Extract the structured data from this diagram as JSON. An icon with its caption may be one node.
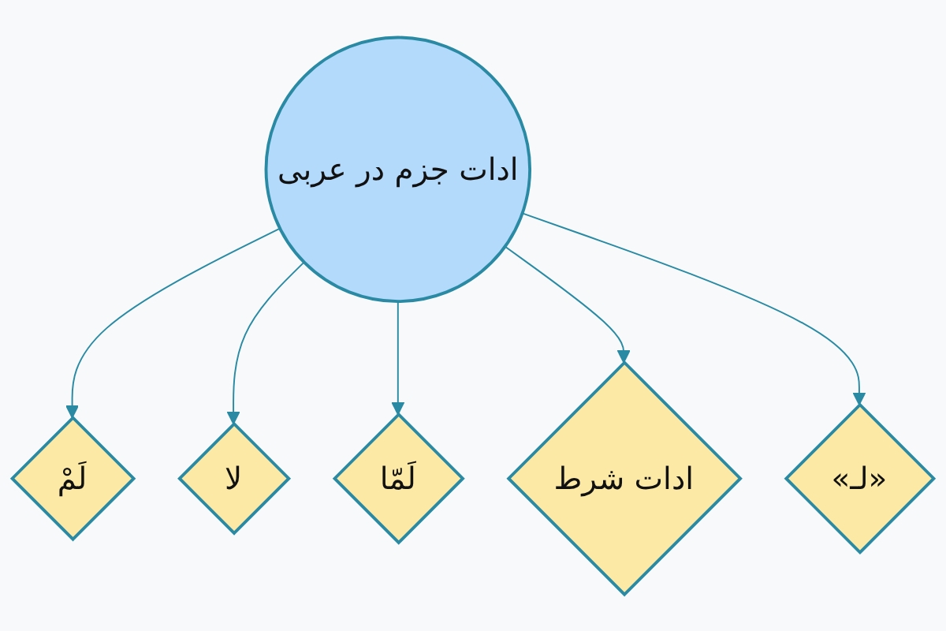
{
  "diagram": {
    "nodes": [
      {
        "text": [
          "ادات جزم در عربی"
        ]
      },
      {
        "text": [
          "لَمْ"
        ]
      },
      {
        "text": [
          "لا"
        ]
      },
      {
        "text": [
          "لَمّا"
        ]
      },
      {
        "text": [
          "ادات شرط"
        ]
      },
      {
        "text": [
          "«لـ»"
        ]
      }
    ],
    "edges": [
      {
        "from": 0,
        "to": 1,
        "arrow": "to"
      },
      {
        "from": 0,
        "to": 2,
        "arrow": "to"
      },
      {
        "from": 0,
        "to": 3,
        "arrow": "to"
      },
      {
        "from": 0,
        "to": 4,
        "arrow": "to"
      },
      {
        "from": 0,
        "to": 5,
        "arrow": "to"
      }
    ]
  }
}
